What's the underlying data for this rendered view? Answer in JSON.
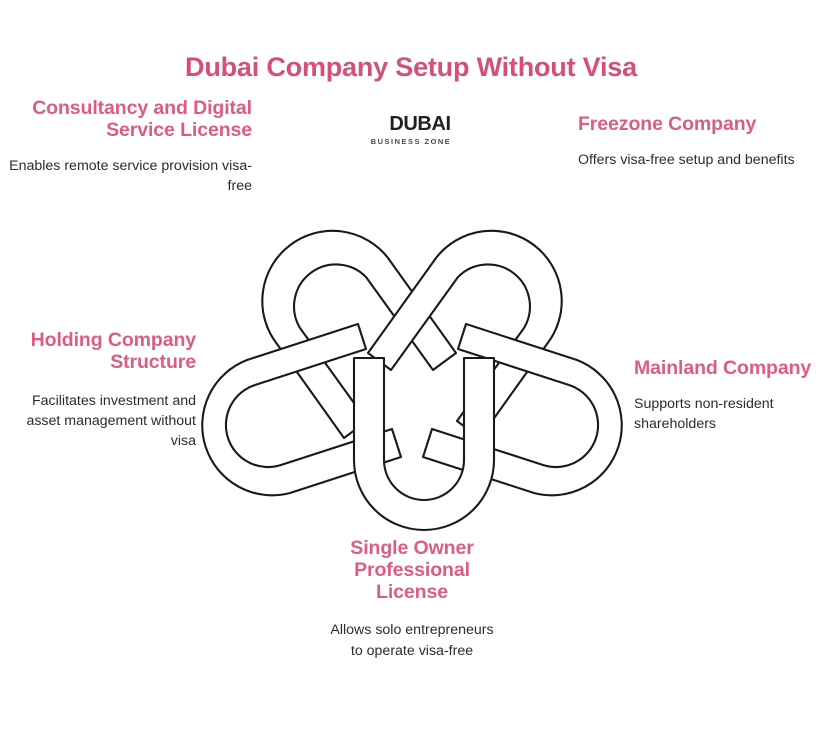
{
  "page": {
    "title": "Dubai Company Setup Without Visa",
    "background_color": "#ffffff",
    "accent_color": "#d4507a",
    "heading_color": "#dd5c86",
    "body_color": "#2c2c2c"
  },
  "logo": {
    "name": "DUBAI",
    "tagline": "BUSINESS ZONE",
    "mark_gradient_from": "#e0407f",
    "mark_gradient_to": "#f6d04d"
  },
  "graphic": {
    "name": "five-fold-celtic-knot",
    "stroke_color": "#1a1a1a",
    "fill_color": "#ffffff"
  },
  "callouts": [
    {
      "id": "consultancy",
      "heading": "Consultancy and Digital Service License",
      "description": "Enables remote service provision visa-free",
      "align": "right"
    },
    {
      "id": "freezone",
      "heading": "Freezone Company",
      "description": "Offers visa-free setup and benefits",
      "align": "left"
    },
    {
      "id": "holding",
      "heading": "Holding Company Structure",
      "description": "Facilitates investment and asset management without visa",
      "align": "right"
    },
    {
      "id": "mainland",
      "heading": "Mainland Company",
      "description": "Supports non-resident shareholders",
      "align": "left"
    },
    {
      "id": "single-owner",
      "heading": "Single Owner Professional License",
      "description": "Allows solo entrepreneurs to operate visa-free",
      "align": "center"
    }
  ]
}
